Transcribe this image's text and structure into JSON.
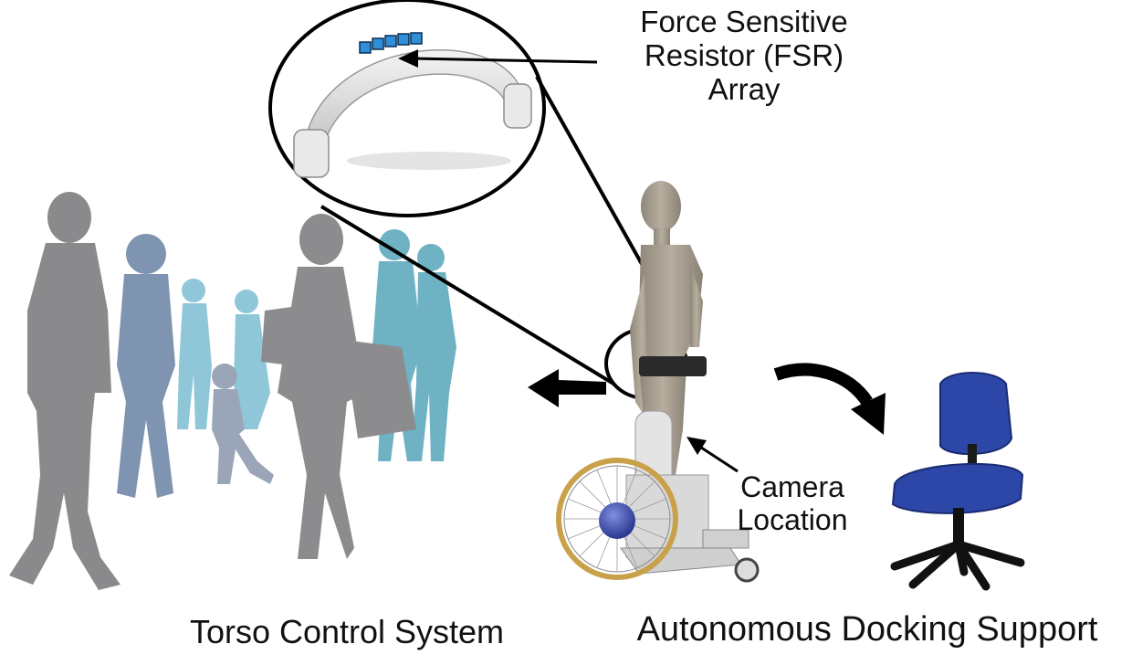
{
  "labels": {
    "fsr": "Force Sensitive\nResistor (FSR)\nArray",
    "camera": "Camera\nLocation",
    "torso": "Torso Control System",
    "docking": "Autonomous Docking Support"
  },
  "colors": {
    "crowd_front": "#8a8a8c",
    "crowd_mid": "#7f94b0",
    "crowd_back": "#6fb2c4",
    "crowd_light": "#8fc7d9",
    "human_skin": "#a39a8c",
    "chair_blue": "#2c47a8",
    "chair_base": "#111111",
    "wheel_rim": "#c9a14a",
    "wheel_hub": "#3d4fb0",
    "band": "#e6e6e6",
    "fsr_blue": "#2f8fd8"
  },
  "icons": {
    "crowd": "walking-crowd-silhouettes",
    "standing_person": "standing-human-figure",
    "wheelchair": "standing-wheelchair",
    "office_chair": "office-chair-icon",
    "headband": "fsr-band-device",
    "left_arrow": "left-arrow-icon",
    "curved_arrow": "curved-arrow-icon"
  }
}
